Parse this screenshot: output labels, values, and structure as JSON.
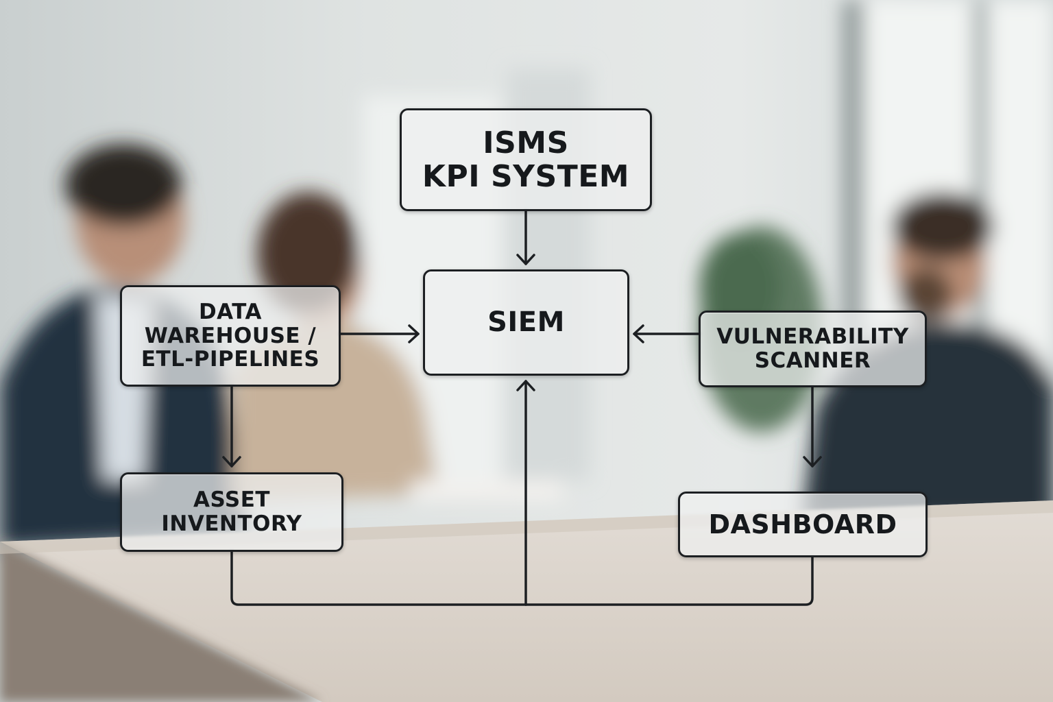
{
  "diagram": {
    "nodes": {
      "isms": {
        "label": "ISMS\nKPI SYSTEM"
      },
      "siem": {
        "label": "SIEM"
      },
      "data_warehouse": {
        "label": "DATA\nWAREHOUSE /\nETL-PIPELINES"
      },
      "vulnerability_scanner": {
        "label": "VULNERABILITY\nSCANNER"
      },
      "asset_inventory": {
        "label": "ASSET\nINVENTORY"
      },
      "dashboard": {
        "label": "DASHBOARD"
      }
    },
    "edges": [
      {
        "from": "isms",
        "to": "siem"
      },
      {
        "from": "data_warehouse",
        "to": "siem"
      },
      {
        "from": "vulnerability_scanner",
        "to": "siem"
      },
      {
        "from": "data_warehouse",
        "to": "asset_inventory"
      },
      {
        "from": "vulnerability_scanner",
        "to": "dashboard"
      },
      {
        "from": "asset_inventory",
        "to": "siem"
      },
      {
        "from": "dashboard",
        "to": "siem"
      }
    ]
  },
  "colors": {
    "line": "#1c1f22",
    "box_fill": "#eef0f0"
  }
}
